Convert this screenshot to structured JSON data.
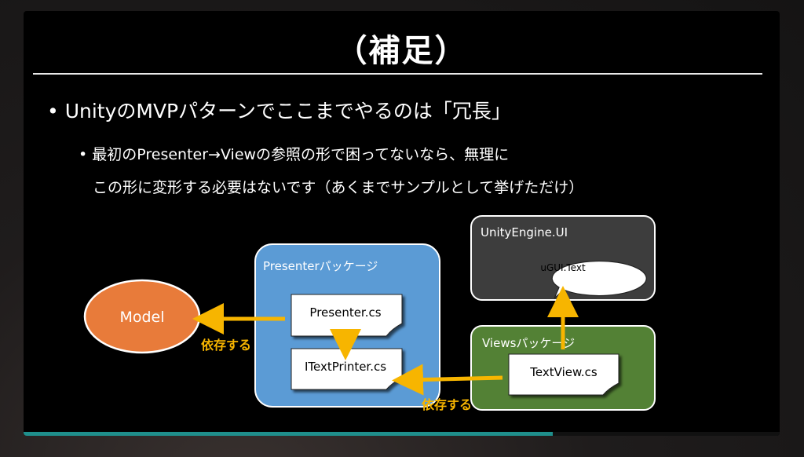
{
  "slide": {
    "title": "（補足）",
    "bullet1": "• UnityのMVPパターンでここまでやるのは「冗長」",
    "bullet2_line1": "• 最初のPresenter→Viewの参照の形で困ってないなら、無理に",
    "bullet2_line2": "この形に変形する必要はないです（あくまでサンプルとして挙げただけ）"
  },
  "diagram": {
    "model_label": "Model",
    "presenter_package_label": "Presenterパッケージ",
    "presenter_file": "Presenter.cs",
    "itextprinter_file": "ITextPrinter.cs",
    "unityengine_label": "UnityEngine.UI",
    "ugui_text_label": "uGUI.Text",
    "views_package_label": "Viewsパッケージ",
    "textview_file": "TextView.cs",
    "depends_label_1": "依存する",
    "depends_label_2": "依存する"
  },
  "colors": {
    "model_fill": "#e87b3a",
    "presenter_fill": "#5b9bd5",
    "unityengine_fill": "#3d3d3d",
    "views_fill": "#538135",
    "arrow": "#f7b500",
    "progress": "#1f8f8c"
  },
  "progress": {
    "fraction": 0.7
  }
}
